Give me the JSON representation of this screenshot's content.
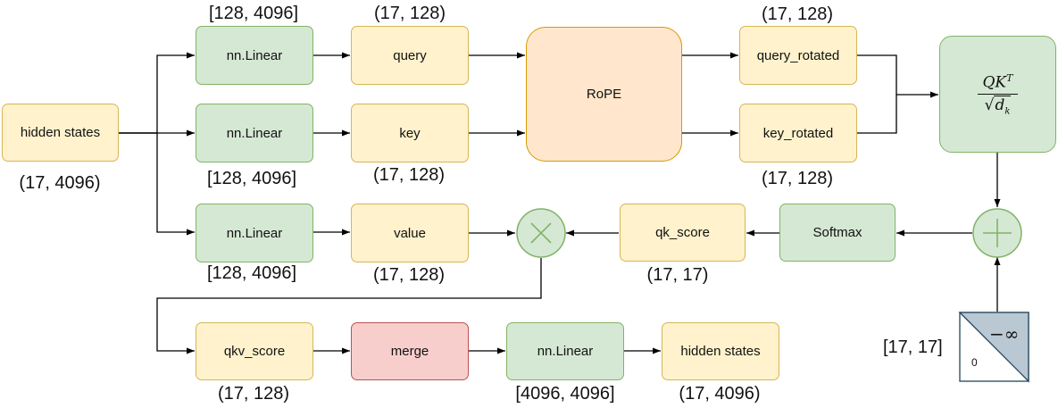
{
  "nodes": {
    "hidden_in": "hidden states",
    "linear_q": "nn.Linear",
    "linear_k": "nn.Linear",
    "linear_v": "nn.Linear",
    "query": "query",
    "key": "key",
    "value": "value",
    "rope": "RoPE",
    "query_rotated": "query_rotated",
    "key_rotated": "key_rotated",
    "attention_formula": {
      "numerator": "QK",
      "numerator_sup": "T",
      "denominator_var": "d",
      "denominator_sub": "k"
    },
    "softmax": "Softmax",
    "qk_score": "qk_score",
    "qkv_score": "qkv_score",
    "merge": "merge",
    "linear_out": "nn.Linear",
    "hidden_out": "hidden states",
    "mask_neg_inf": "−∞",
    "mask_zero": "0"
  },
  "dims": {
    "hidden_in": "(17, 4096)",
    "linear_q": "[128, 4096]",
    "linear_k": "[128, 4096]",
    "linear_v": "[128, 4096]",
    "query": "(17, 128)",
    "key": "(17, 128)",
    "value": "(17, 128)",
    "query_rotated": "(17, 128)",
    "key_rotated": "(17, 128)",
    "qk_score": "(17, 17)",
    "mask": "[17, 17]",
    "qkv_score": "(17, 128)",
    "linear_out": "[4096, 4096]",
    "hidden_out": "(17, 4096)"
  },
  "colors": {
    "data_fill": "#fff2cc",
    "data_stroke": "#d6b656",
    "op_fill": "#d5e8d4",
    "op_stroke": "#82b366",
    "rope_fill": "#ffe6cc",
    "rope_stroke": "#d79b00",
    "merge_fill": "#f8cecc",
    "merge_stroke": "#b85450",
    "mask_fill": "#bac8d3",
    "mask_stroke": "#23445d"
  },
  "icons": {
    "multiply": "circle-multiply-icon",
    "add": "circle-plus-icon"
  }
}
